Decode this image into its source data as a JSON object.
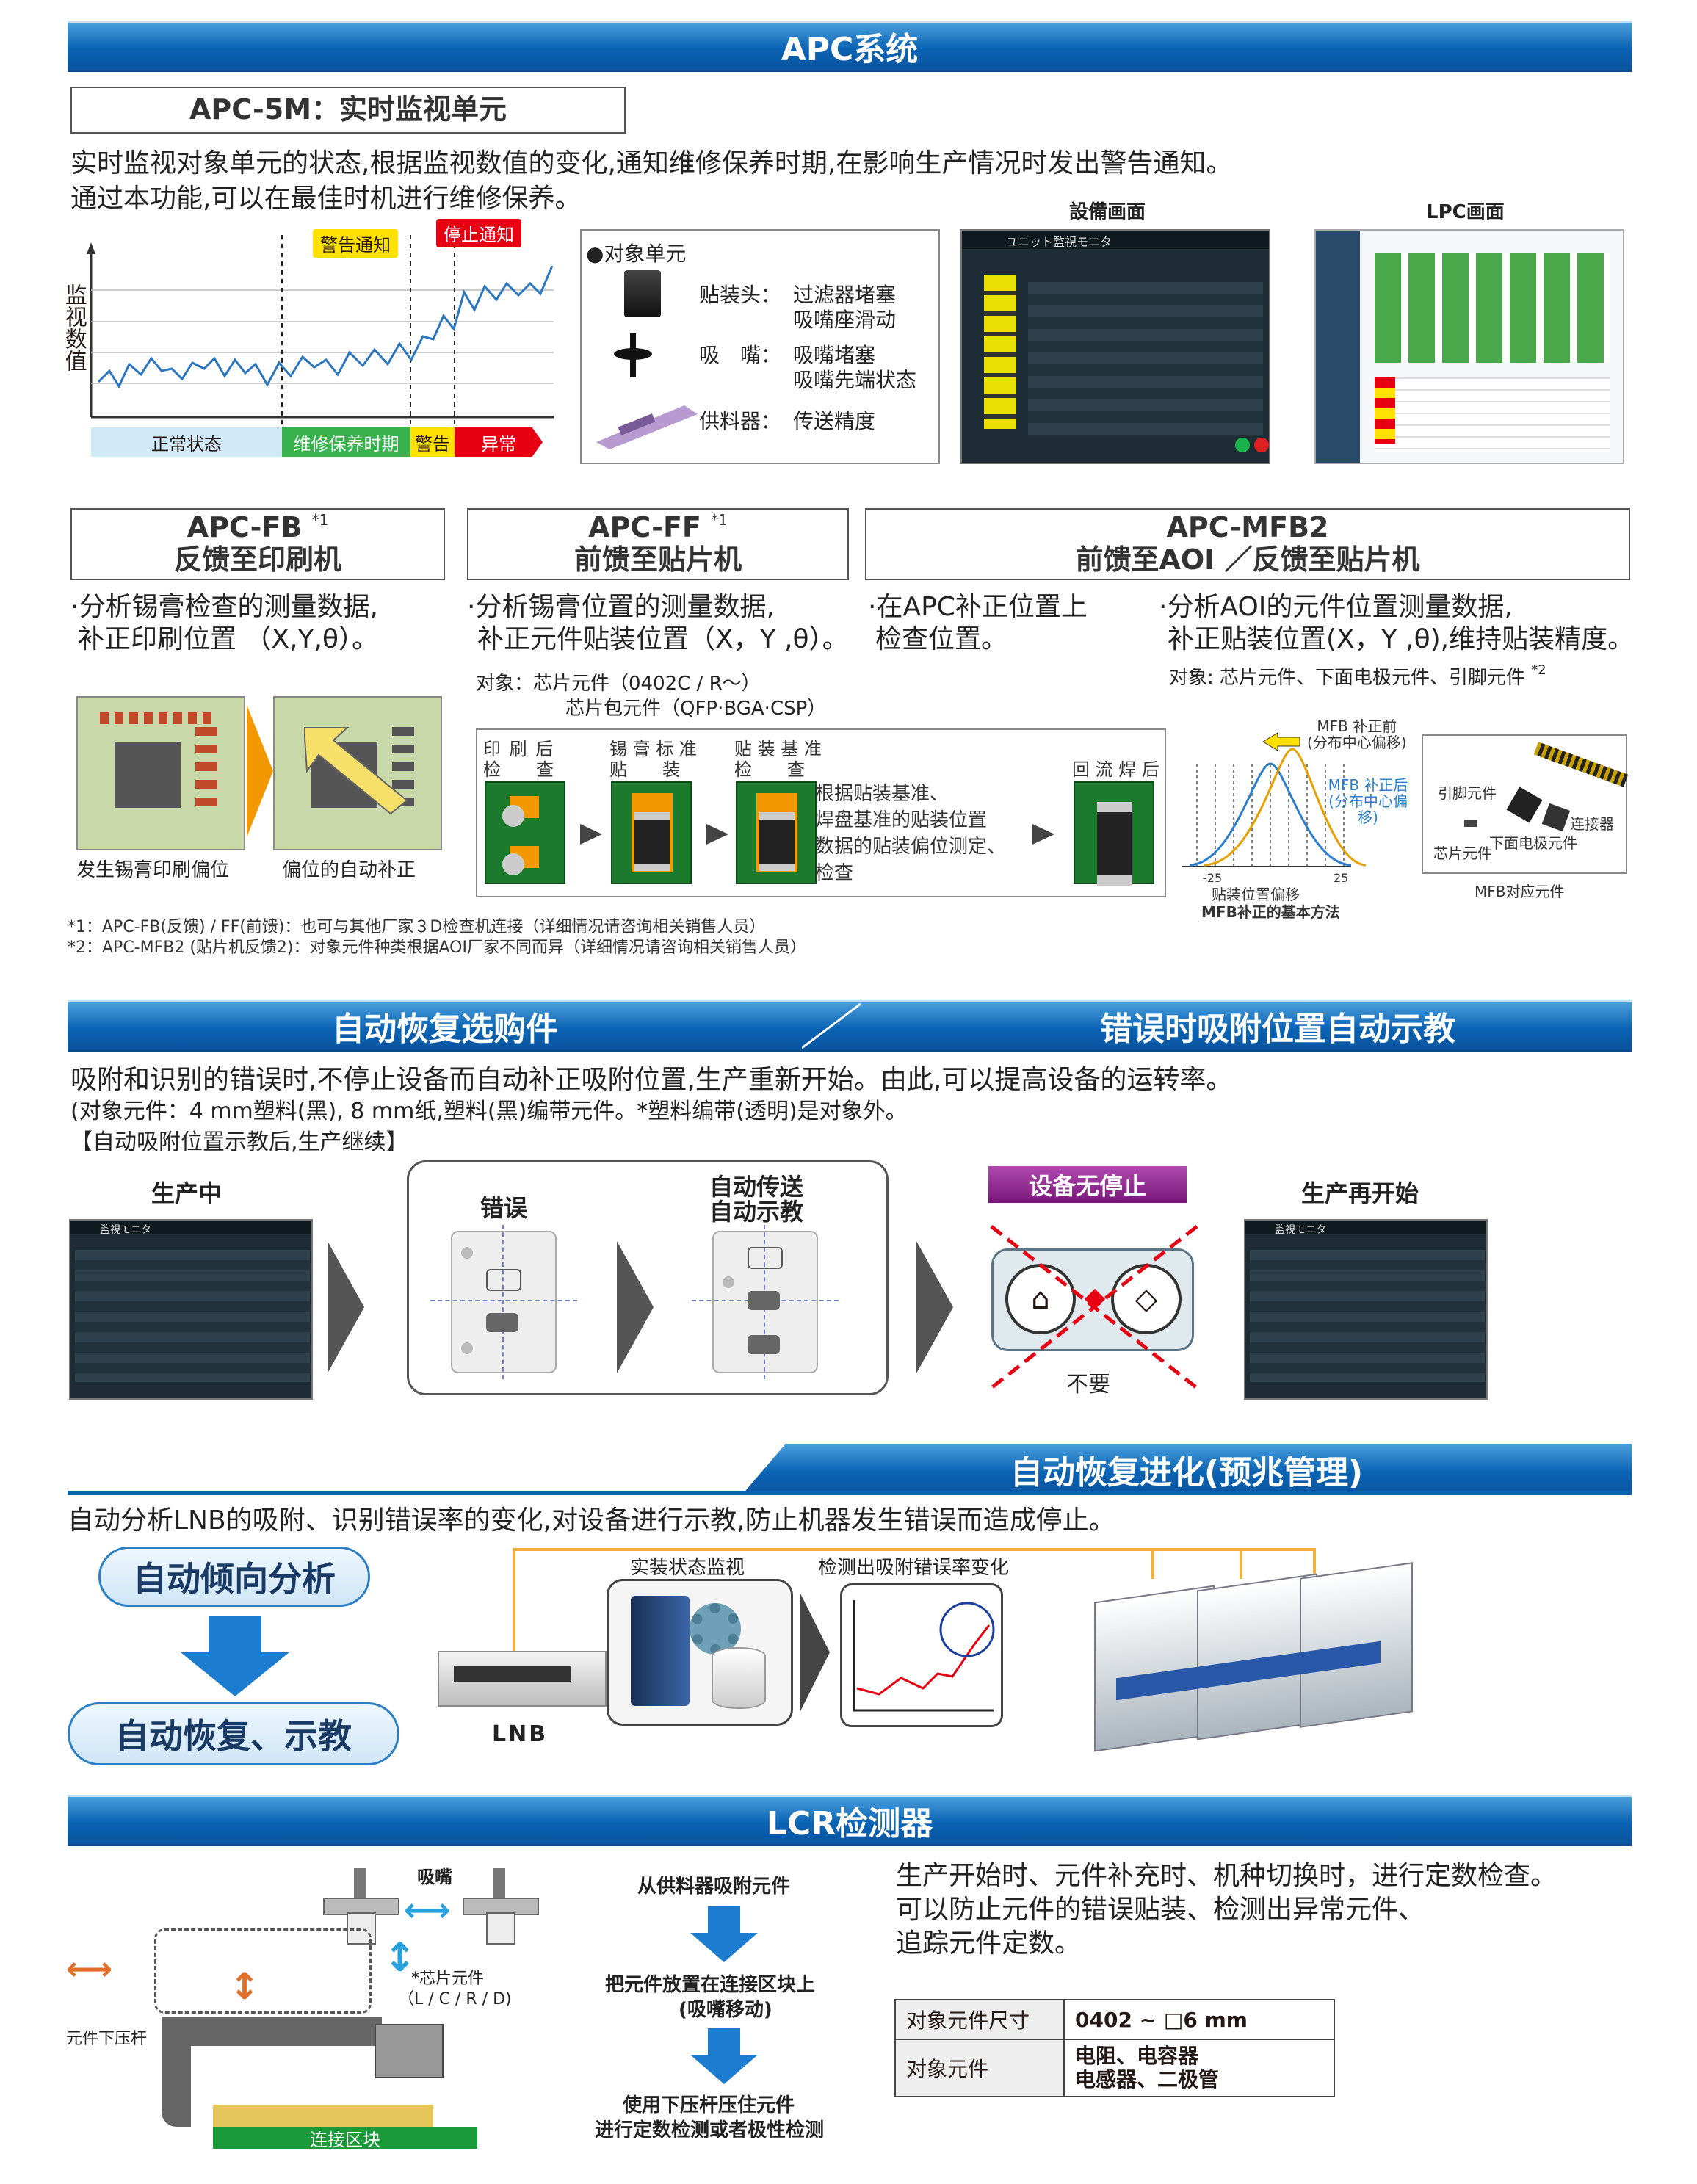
{
  "apc": {
    "band": "APC系统",
    "apc5m_title": "APC-5M：实时监视单元",
    "apc5m_desc1": "实时监视对象单元的状态,根据监视数值的变化,通知维修保养时期,在影响生产情况时发出警告通知。",
    "apc5m_desc2": "通过本功能,可以在最佳时机进行维修保养。",
    "chart": {
      "ylabel": "监视数值",
      "warn_tag": "警告通知",
      "stop_tag": "停止通知",
      "phase_normal": "正常状态",
      "phase_maint": "维修保养时期",
      "phase_warn": "警告",
      "phase_abn": "异常"
    },
    "target_units": {
      "heading": "●对象单元",
      "head_label": "贴装头：",
      "head_items": [
        "过滤器堵塞",
        "吸嘴座滑动"
      ],
      "nozzle_label": "吸　嘴：",
      "nozzle_items": [
        "吸嘴堵塞",
        "吸嘴先端状态"
      ],
      "feeder_label": "供料器：",
      "feeder_items": [
        "传送精度"
      ]
    },
    "screen1_title": "設備画面",
    "screen2_title": "LPC画面",
    "screen1_header": "ユニット監視モニタ",
    "fb": {
      "title1": "APC-FB",
      "note": "*1",
      "title2": "反馈至印刷机",
      "desc1": "·分析锡膏检查的测量数据,",
      "desc2": "补正印刷位置 （X,Y,θ）。",
      "cap1": "发生锡膏印刷偏位",
      "cap2": "偏位的自动补正"
    },
    "ff": {
      "title1": "APC-FF",
      "note": "*1",
      "title2": "前馈至贴片机",
      "desc1": "·分析锡膏位置的测量数据,",
      "desc2": "补正元件贴装位置（X，Y ,θ）。",
      "target1": "对象：芯片元件（0402C / R～）",
      "target2": "芯片包元件（QFP·BGA·CSP）",
      "step1a": "印 刷 后",
      "step1b": "检　　查",
      "step2a": "锡 膏 标 准",
      "step2b": "贴　　装",
      "step3a": "贴 装 基 准",
      "step3b": "检　　查",
      "step4": "回 流 焊 后",
      "note_lines": [
        "根据贴装基准、",
        "焊盘基准的贴装位置",
        "数据的贴装偏位测定、",
        "检查"
      ]
    },
    "mfb": {
      "title1": "APC-MFB2",
      "title2": "前馈至AOI ／反馈至贴片机",
      "desc_left1": "·在APC补正位置上",
      "desc_left2": "检查位置。",
      "desc_right1": "·分析AOI的元件位置测量数据,",
      "desc_right2": "补正贴装位置(X，Y ,θ),维持贴装精度。",
      "target": "对象: 芯片元件、下面电极元件、引脚元件",
      "target_note": "*2",
      "curve_before": "MFB 补正前",
      "curve_before2": "(分布中心偏移)",
      "curve_after": "MFB 补正后",
      "curve_after2": "(分布中心偏移)",
      "axis_label": "贴装位置偏移",
      "axis_min": "-25",
      "axis_max": "25",
      "curve_caption": "MFB补正的基本方法",
      "parts_lead": "引脚元件",
      "parts_conn": "连接器",
      "parts_chip": "芯片元件",
      "parts_bottom": "下面电极元件",
      "parts_caption": "MFB对应元件"
    },
    "footnote1": "*1：APC-FB(反馈) / FF(前馈)：也可与其他厂家３D检查机连接（详细情况请咨询相关销售人员）",
    "footnote2": "*2：APC-MFB2 (贴片机反馈2)：对象元件种类根据AOI厂家不同而异（详细情况请咨询相关销售人员）"
  },
  "recovery": {
    "band_left": "自动恢复选购件",
    "band_right": "错误时吸附位置自动示教",
    "desc1": "吸附和识别的错误时,不停止设备而自动补正吸附位置,生产重新开始。由此,可以提高设备的运转率。",
    "desc2": "(对象元件：4 mm塑料(黑), 8 mm纸,塑料(黑)编带元件。*塑料编带(透明)是对象外。",
    "desc3": "【自动吸附位置示教后,生产继续】",
    "step_producing": "生产中",
    "step_error": "错误",
    "step_auto1": "自动传送",
    "step_auto2": "自动示教",
    "no_stop": "设备无停止",
    "not_needed": "不要",
    "step_restart": "生产再开始",
    "screen_header": "監視モニタ"
  },
  "evolution": {
    "band": "自动恢复进化(预兆管理)",
    "desc": "自动分析LNB的吸附、识别错误率的变化,对设备进行示教,防止机器发生错误而造成停止。",
    "pill1": "自动倾向分析",
    "pill2": "自动恢复、示教",
    "monitor_label": "实装状态监视",
    "detect_label": "检测出吸附错误率变化",
    "lnb_label": "LNB"
  },
  "lcr": {
    "band": "LCR检测器",
    "nozzle_label": "吸嘴",
    "chip_label": "*芯片元件",
    "chip_types": "（L / C / R / D)",
    "press_label": "元件下压杆",
    "block_label": "连接区块",
    "flow1": "从供料器吸附元件",
    "flow2a": "把元件放置在连接区块上",
    "flow2b": "(吸嘴移动)",
    "flow3a": "使用下压杆压住元件",
    "flow3b": "进行定数检测或者极性检测",
    "desc1": "生产开始时、元件补充时、机种切换时，进行定数检查。",
    "desc2": "可以防止元件的错误贴装、检测出异常元件、",
    "desc3": "追踪元件定数。",
    "table": {
      "row1_h": "对象元件尺寸",
      "row1_v": "0402 ~ □6 mm",
      "row2_h": "对象元件",
      "row2_v1": "电阻、电容器",
      "row2_v2": "电感器、二极管"
    }
  },
  "colors": {
    "band_blue": "#0b63b4",
    "warn_yellow": "#ffe100",
    "stop_red": "#e60012",
    "no_stop_purple": "#8c1d8c"
  }
}
